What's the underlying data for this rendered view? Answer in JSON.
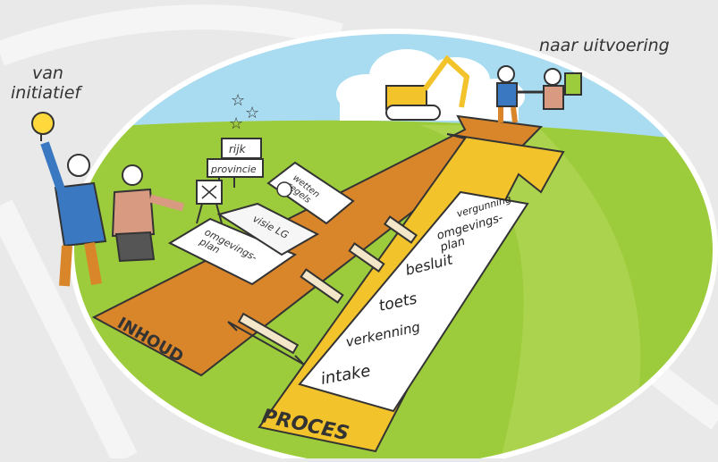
{
  "corner_labels": {
    "start": "van\ninitiatief",
    "end": "naar uitvoering"
  },
  "tracks": {
    "content": "INHOUD",
    "process": "PROCES"
  },
  "process_steps": [
    "vergunning",
    "omgevings-\nplan",
    "besluit",
    "toets",
    "verkenning",
    "intake"
  ],
  "signs": [
    "rijk",
    "provincie"
  ],
  "documents": {
    "laws": "wetten\nregels",
    "vision": "visie LG",
    "plan": "omgevings-\nplan"
  },
  "colors": {
    "sky": "#a9dcf0",
    "grass": "#9ccb3b",
    "content_track": "#d9852a",
    "process_track": "#f2c32b",
    "background": "#e9e9e9"
  }
}
